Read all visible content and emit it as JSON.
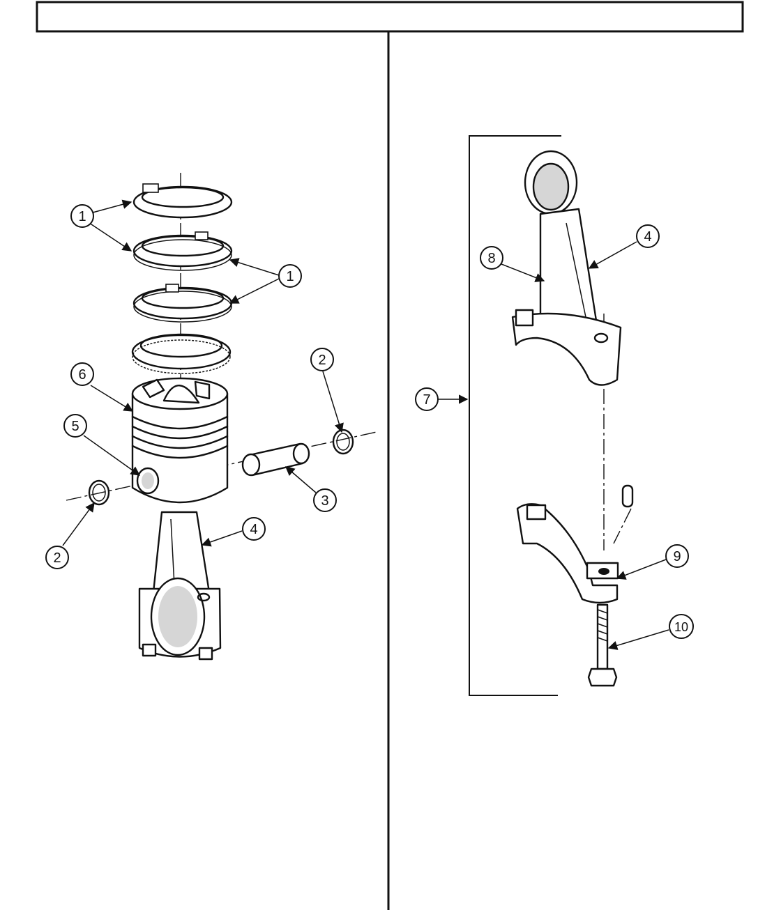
{
  "header": {
    "title": ""
  },
  "left_figure": {
    "callouts": [
      {
        "id": "c-1a",
        "label": "1"
      },
      {
        "id": "c-1b",
        "label": "1"
      },
      {
        "id": "c-2a",
        "label": "2"
      },
      {
        "id": "c-2b",
        "label": "2"
      },
      {
        "id": "c-3",
        "label": "3"
      },
      {
        "id": "c-4",
        "label": "4"
      },
      {
        "id": "c-5",
        "label": "5"
      },
      {
        "id": "c-6",
        "label": "6"
      }
    ]
  },
  "right_figure": {
    "callouts": [
      {
        "id": "c-4r",
        "label": "4"
      },
      {
        "id": "c-7",
        "label": "7"
      },
      {
        "id": "c-8",
        "label": "8"
      },
      {
        "id": "c-9",
        "label": "9"
      },
      {
        "id": "c-10",
        "label": "10"
      }
    ]
  },
  "colors": {
    "ink": "#111111",
    "paper": "#ffffff",
    "shade": "#d6d6d6"
  }
}
